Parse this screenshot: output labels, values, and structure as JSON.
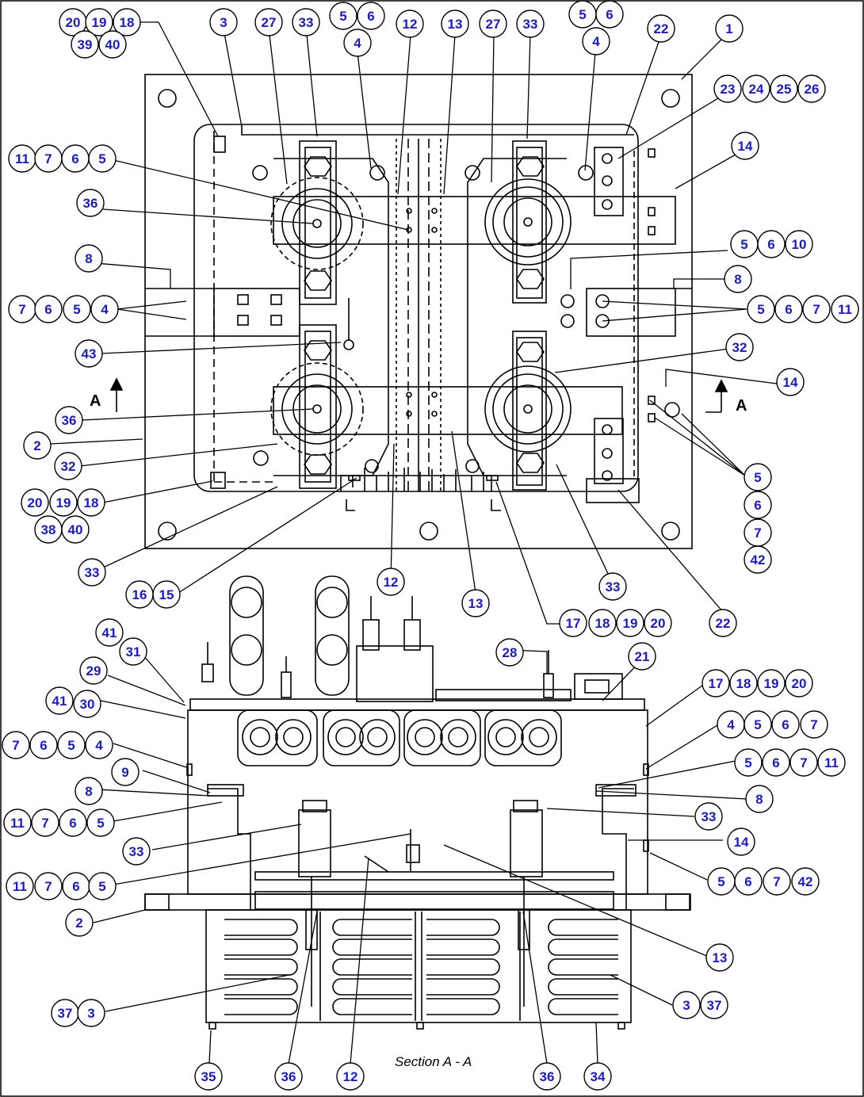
{
  "section_caption": "Section A - A",
  "view_markers": [
    "A",
    "A"
  ],
  "callout_color": "#1a1ad0",
  "callouts": [
    "20",
    "19",
    "18",
    "39",
    "40",
    "3",
    "27",
    "33",
    "5",
    "6",
    "4",
    "12",
    "13",
    "27",
    "33",
    "5",
    "6",
    "4",
    "22",
    "1",
    "23",
    "24",
    "25",
    "26",
    "11",
    "7",
    "6",
    "5",
    "14",
    "36",
    "8",
    "5",
    "6",
    "10",
    "7",
    "6",
    "5",
    "4",
    "8",
    "5",
    "6",
    "7",
    "11",
    "43",
    "32",
    "14",
    "36",
    "2",
    "32",
    "5",
    "6",
    "7",
    "42",
    "20",
    "19",
    "18",
    "38",
    "40",
    "33",
    "16",
    "15",
    "12",
    "13",
    "33",
    "17",
    "18",
    "19",
    "20",
    "22",
    "41",
    "31",
    "28",
    "21",
    "29",
    "41",
    "30",
    "17",
    "18",
    "19",
    "20",
    "4",
    "5",
    "6",
    "7",
    "7",
    "6",
    "5",
    "4",
    "9",
    "5",
    "6",
    "7",
    "11",
    "8",
    "8",
    "11",
    "7",
    "6",
    "5",
    "33",
    "33",
    "14",
    "11",
    "7",
    "6",
    "5",
    "5",
    "6",
    "7",
    "42",
    "2",
    "13",
    "37",
    "3",
    "3",
    "37",
    "35",
    "36",
    "12",
    "36",
    "34"
  ]
}
